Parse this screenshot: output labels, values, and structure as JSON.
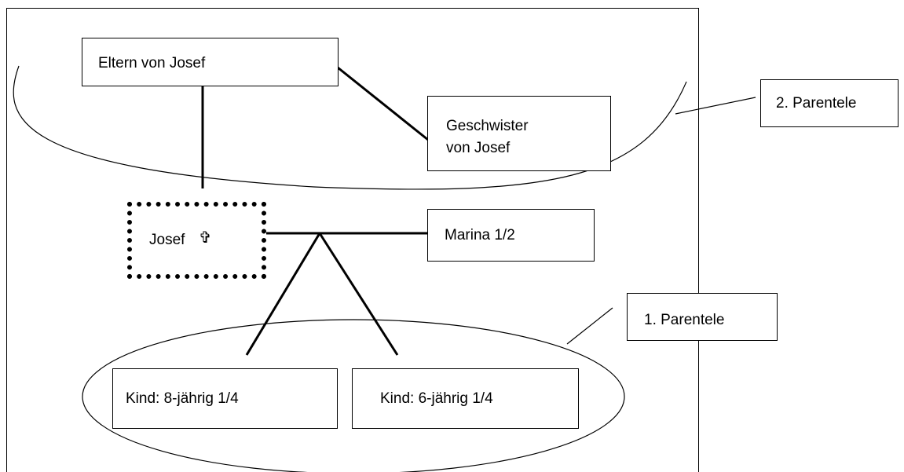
{
  "diagram": {
    "nodes": {
      "parents": {
        "label": "Eltern von Josef"
      },
      "siblings": {
        "line1": "Geschwister",
        "line2": "von Josef"
      },
      "josef": {
        "label": "Josef",
        "symbol": "✞"
      },
      "spouse": {
        "label": "Marina 1/2"
      },
      "child1": {
        "label": "Kind: 8-jährig 1/4"
      },
      "child2": {
        "label": "Kind: 6-jährig 1/4"
      }
    },
    "callouts": {
      "parentele2": "2. Parentele",
      "parentele1": "1. Parentele"
    }
  }
}
